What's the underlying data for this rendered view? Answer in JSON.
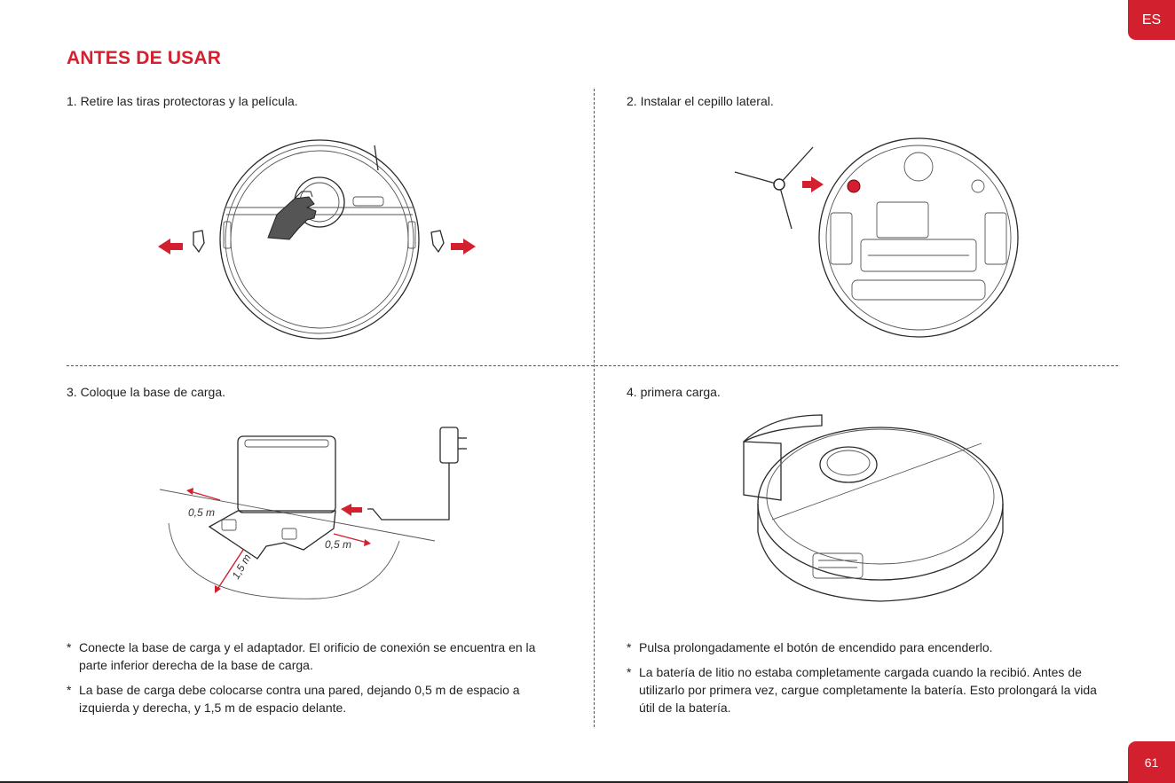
{
  "header": {
    "language_tab": "ES",
    "title": "ANTES DE USAR"
  },
  "steps": [
    {
      "label": "1. Retire las tiras protectoras y la película."
    },
    {
      "label": "2. Instalar el cepillo lateral."
    },
    {
      "label": "3. Coloque la base de carga."
    },
    {
      "label": "4. primera carga."
    }
  ],
  "diagram": {
    "distance_side_left": "0,5 m",
    "distance_side_right": "0,5 m",
    "distance_front": "1,5 m"
  },
  "notes_left": [
    "Conecte la base de carga y el adaptador. El orificio de conexión se encuentra en la parte inferior derecha de la base de carga.",
    "La base de carga debe colocarse contra una pared, dejando 0,5 m de espacio a izquierda y derecha, y 1,5 m de espacio delante."
  ],
  "notes_right": [
    "Pulsa prolongadamente el botón de encendido para encenderlo.",
    "La batería de litio no estaba completamente cargada cuando la recibió. Antes de utilizarlo por primera vez, cargue completamente la batería. Esto prolongará la vida útil de la batería."
  ],
  "footer": {
    "page_number": "61"
  },
  "colors": {
    "accent": "#d2202f",
    "text": "#1e1e1e"
  },
  "icons": [
    "arrow-left-icon",
    "arrow-right-icon",
    "protective-strip-icon",
    "robot-vacuum-icon",
    "side-brush-icon",
    "charging-dock-icon",
    "power-adapter-icon",
    "hand-icon"
  ]
}
